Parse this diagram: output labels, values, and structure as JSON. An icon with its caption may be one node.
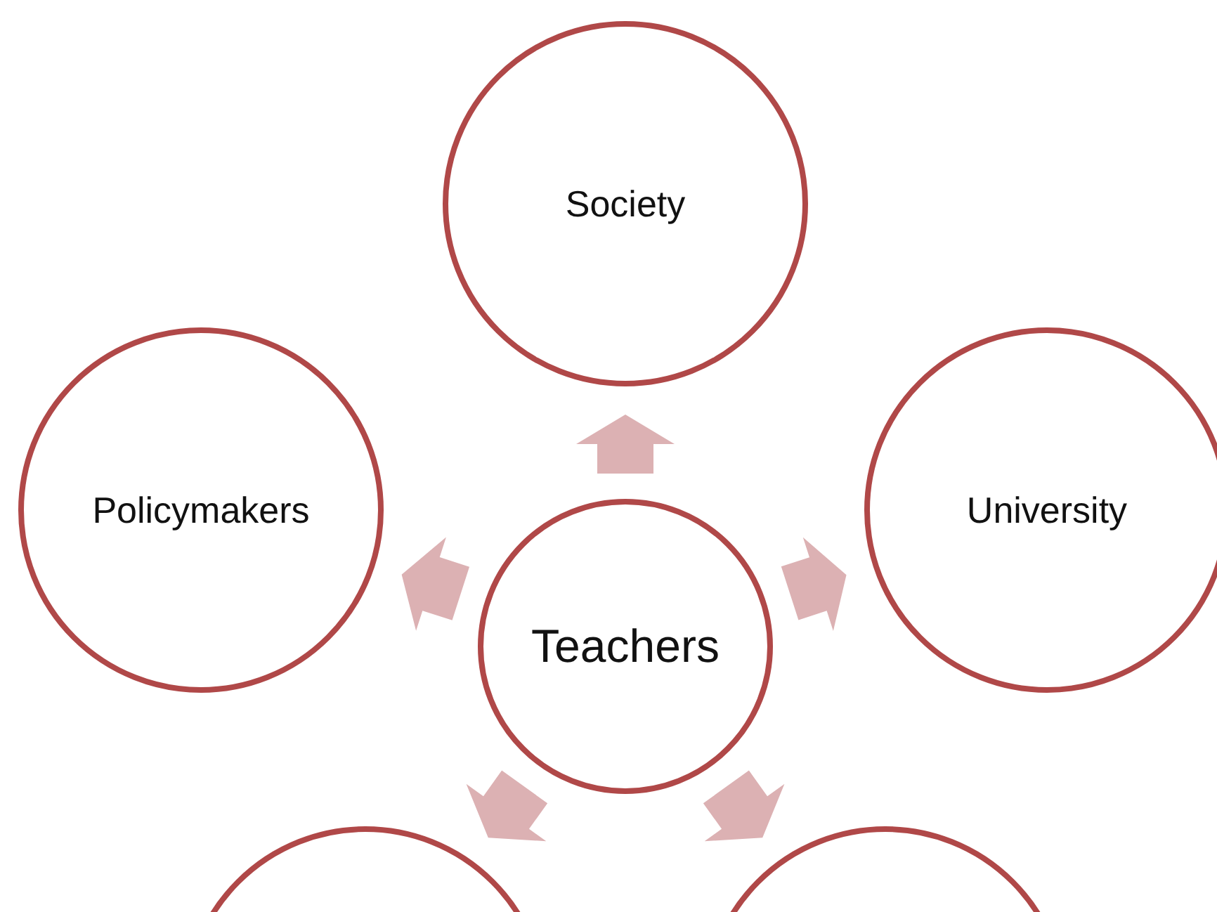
{
  "diagram": {
    "nodes": [
      {
        "text": [
          "Society"
        ]
      },
      {
        "text": [
          "Policymakers"
        ]
      },
      {
        "text": [
          "Teachers"
        ]
      },
      {
        "text": [
          "University"
        ]
      },
      {
        "text": [],
        "shape": "circle"
      },
      {
        "text": [],
        "shape": "circle"
      }
    ],
    "edges": [
      {
        "from": 2,
        "to": 0,
        "arrow": "to",
        "style": "thick"
      },
      {
        "from": 2,
        "to": 1,
        "arrow": "to",
        "style": "thick"
      },
      {
        "from": 2,
        "to": 3,
        "arrow": "to",
        "style": "thick"
      },
      {
        "from": 2,
        "to": 4,
        "arrow": "to",
        "style": "thick"
      },
      {
        "from": 2,
        "to": 5,
        "arrow": "to",
        "style": "thick"
      }
    ]
  }
}
